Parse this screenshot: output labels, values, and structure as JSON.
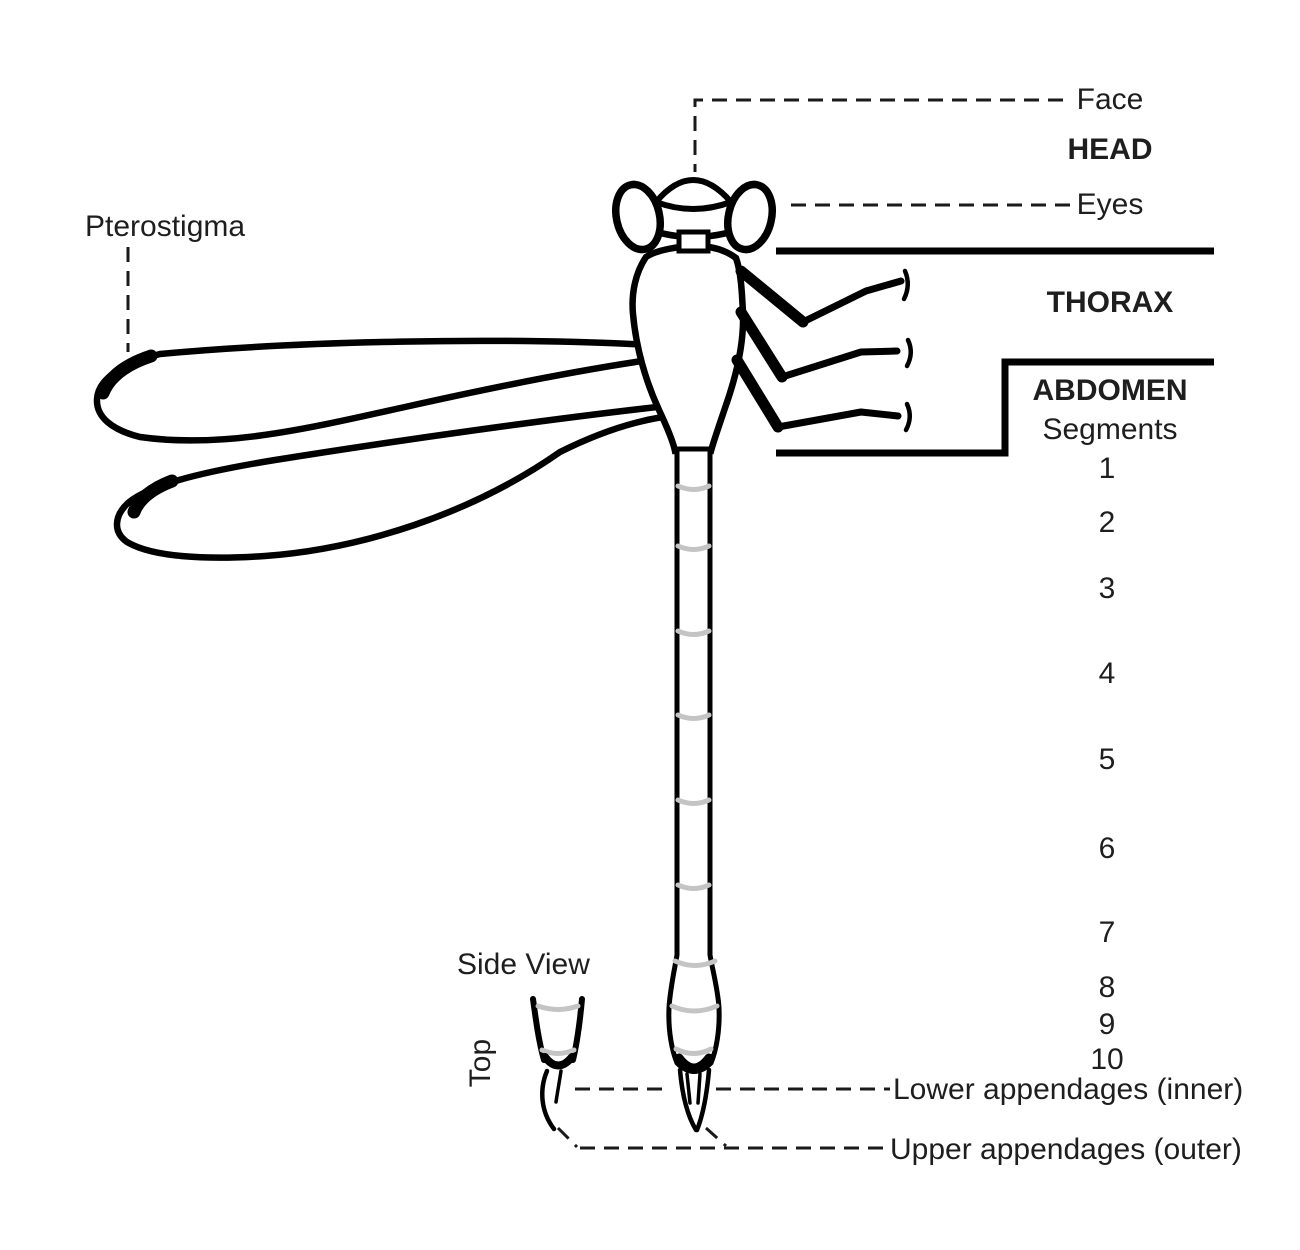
{
  "labels": {
    "pterostigma": "Pterostigma",
    "face": "Face",
    "head": "HEAD",
    "eyes": "Eyes",
    "thorax": "THORAX",
    "abdomen": "ABDOMEN",
    "segments_title": "Segments",
    "side_view": "Side View",
    "top": "Top",
    "lower_appendages": "Lower appendages (inner)",
    "upper_appendages": "Upper appendages (outer)"
  },
  "segment_numbers": [
    "1",
    "2",
    "3",
    "4",
    "5",
    "6",
    "7",
    "8",
    "9",
    "10"
  ],
  "colors": {
    "ink": "#000000",
    "text": "#1e1e1e",
    "segment_divider": "#c4c4c4",
    "background": "#ffffff"
  }
}
